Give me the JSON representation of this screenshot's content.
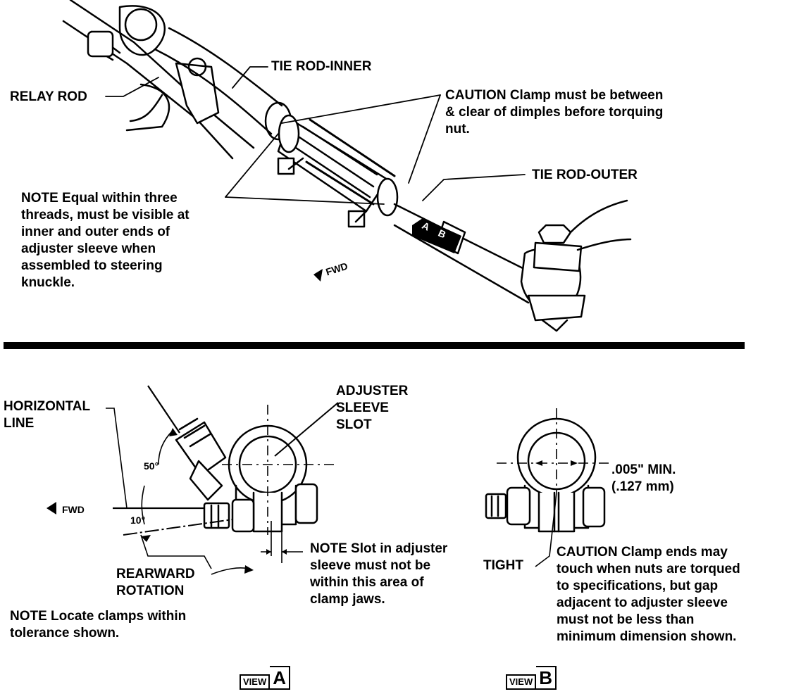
{
  "top": {
    "tie_rod_inner": "TIE ROD-INNER",
    "relay_rod": "RELAY ROD",
    "caution": "CAUTION  Clamp must be between\n& clear of dimples before torquing\nnut.",
    "tie_rod_outer": "TIE ROD-OUTER",
    "note": "NOTE   Equal within three\nthreads, must be visible at\ninner and outer ends of\nadjuster sleeve when\nassembled to steering\nknuckle.",
    "fwd": "FWD",
    "sleeve_letters": "A B"
  },
  "view_a": {
    "horizontal_line": "HORIZONTAL\nLINE",
    "adjuster_slot": "ADJUSTER\nSLEEVE\nSLOT",
    "angle_50": "50°",
    "angle_10": "10°",
    "fwd": "FWD",
    "rearward": "REARWARD\nROTATION",
    "note_slot": "NOTE  Slot in adjuster\nsleeve must not be\nwithin this area of\nclamp jaws.",
    "note_locate": "NOTE  Locate clamps within\ntolerance shown.",
    "badge_word": "VIEW",
    "badge_letter": "A"
  },
  "view_b": {
    "dimension": ".005\" MIN.\n(.127 mm)",
    "tight": "TIGHT",
    "caution": "CAUTION   Clamp ends may\ntouch when nuts are torqued\nto specifications, but gap\nadjacent to adjuster sleeve\nmust not be less than\nminimum dimension shown.",
    "badge_word": "VIEW",
    "badge_letter": "B"
  }
}
